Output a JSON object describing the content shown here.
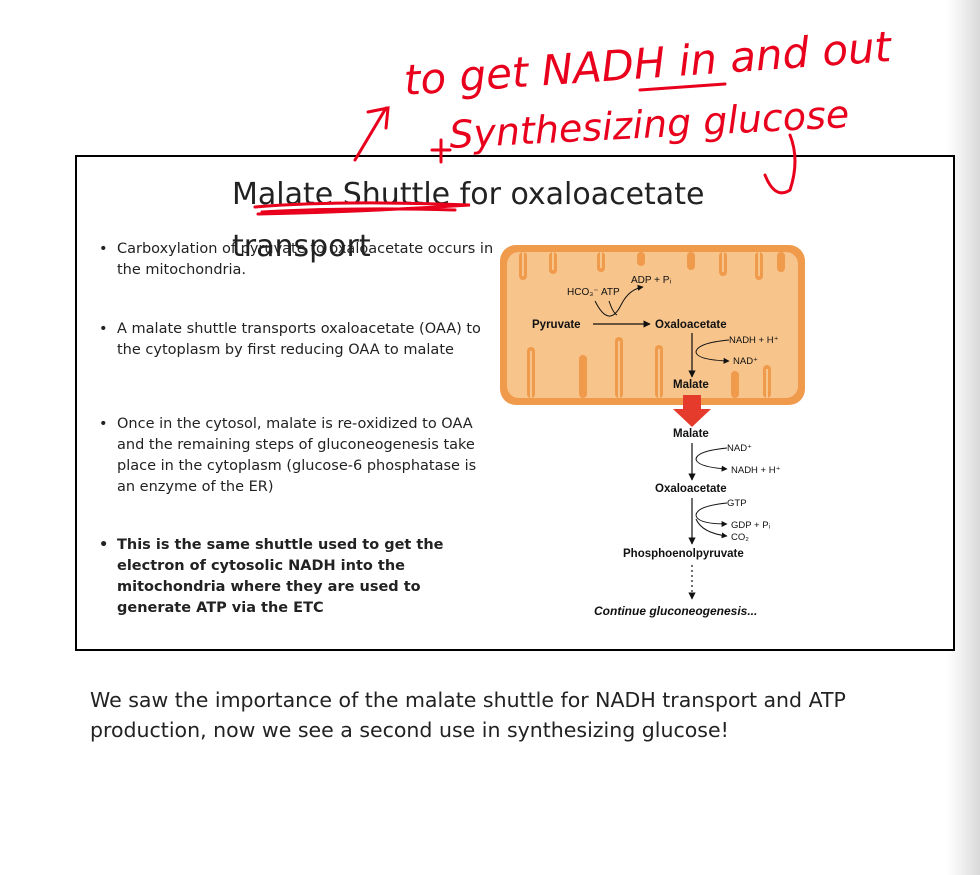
{
  "slide": {
    "title": "Malate Shuttle for oxaloacetate transport",
    "bullets": [
      "Carboxylation of pyruvate to oxaloacetate occurs in the mitochondria.",
      "A malate shuttle transports oxaloacetate (OAA) to the cytoplasm by first reducing OAA to malate",
      "Once in the cytosol, malate is re-oxidized to OAA and the remaining steps of gluconeogenesis take place in the cytoplasm (glucose-6 phosphatase is an enzyme of the ER)",
      "This is the same shuttle used to get the electron of cytosolic NADH into the mitochondria where they are used to generate ATP via the ETC"
    ]
  },
  "diagram": {
    "hco3": "HCO₃⁻",
    "atp": "ATP",
    "adp_pi": "ADP + Pᵢ",
    "pyruvate": "Pyruvate",
    "oxaloacetate_mito": "Oxaloacetate",
    "nadh_h_1": "NADH + H⁺",
    "nad_1": "NAD⁺",
    "malate_mito": "Malate",
    "malate_cyto": "Malate",
    "nad_2": "NAD⁺",
    "nadh_h_2": "NADH + H⁺",
    "oxaloacetate_cyto": "Oxaloacetate",
    "gtp": "GTP",
    "gdp_pi": "GDP + Pᵢ",
    "co2": "CO₂",
    "pep": "Phosphoenolpyruvate",
    "continue": "Continue gluconeogenesis..."
  },
  "handwriting": {
    "line1": "to get NADH in and out",
    "line2": "Synthesizing glucose"
  },
  "caption": "We saw the importance of the malate shuttle for NADH transport and ATP production, now we see a second use in synthesizing glucose!",
  "colors": {
    "ink": "#e8001c",
    "mito_fill": "#f7c48c",
    "mito_border": "#f09a4c",
    "transport_arrow": "#e53b2d"
  }
}
